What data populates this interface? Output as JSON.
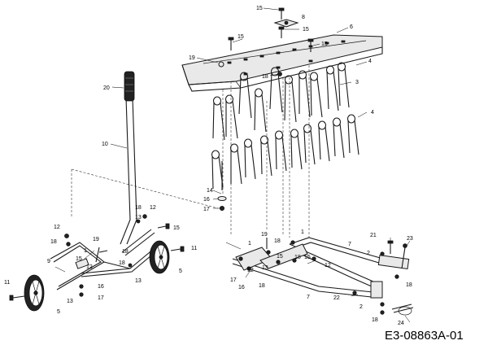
{
  "diagram": {
    "code": "E3-08863A-01",
    "callouts": {
      "c1": "1",
      "c1b": "1",
      "c1c": "1",
      "c2": "2",
      "c2b": "2",
      "c3": "3",
      "c4": "4",
      "c4b": "4",
      "c5": "5",
      "c5b": "5",
      "c6": "6",
      "c7": "7",
      "c7b": "7",
      "c8": "8",
      "c9": "9",
      "c10": "10",
      "c11": "11",
      "c11b": "11",
      "c12": "12",
      "c12b": "12",
      "c12c": "12",
      "c12d": "12",
      "c13": "13",
      "c13b": "13",
      "c13c": "13",
      "c14": "14",
      "c15": "15",
      "c15b": "15",
      "c15c": "15",
      "c15d": "15",
      "c15e": "15",
      "c15f": "15",
      "c15g": "15",
      "c16": "16",
      "c16b": "16",
      "c16c": "16",
      "c17": "17",
      "c17b": "17",
      "c17c": "17",
      "c18": "18",
      "c18b": "18",
      "c18c": "18",
      "c18d": "18",
      "c18e": "18",
      "c18f": "18",
      "c18g": "18",
      "c18h": "18",
      "c18i": "18",
      "c19": "19",
      "c19b": "19",
      "c19c": "19",
      "c20": "20",
      "c21": "21",
      "c22": "22",
      "c23": "23",
      "c24": "24"
    }
  }
}
